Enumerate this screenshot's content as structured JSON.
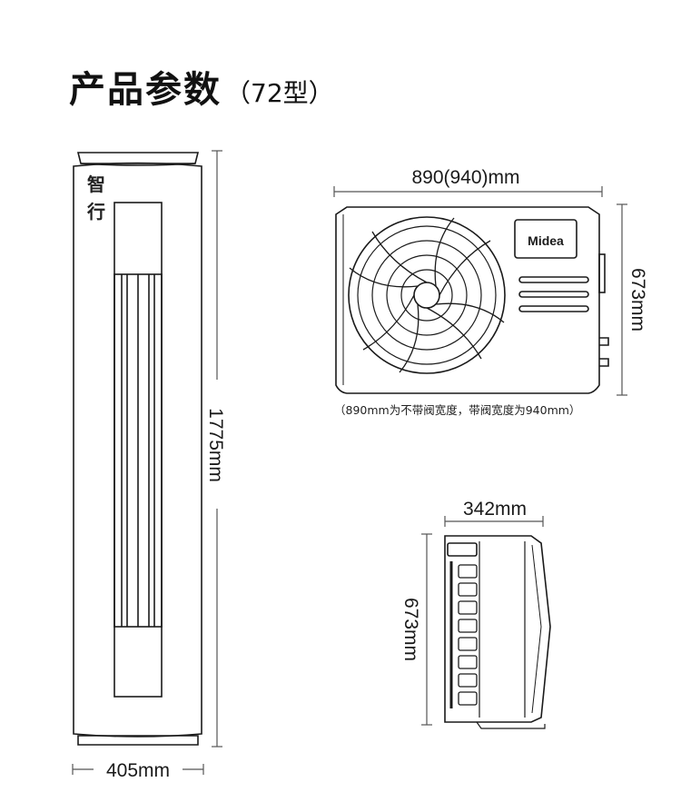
{
  "title": {
    "main": "产品参数",
    "sub": "（72型）"
  },
  "indoor_unit": {
    "logo_text": "智行",
    "width_label": "405mm",
    "height_label": "1775mm"
  },
  "outdoor_front": {
    "width_label": "890(940)mm",
    "height_label": "673mm",
    "brand_label": "Midea",
    "note": "（890mm为不带阀宽度，带阀宽度为940mm）"
  },
  "outdoor_side": {
    "depth_label": "342mm",
    "height_label": "673mm"
  },
  "colors": {
    "line": "#1a1a1a",
    "dim_line": "#555555",
    "background": "#ffffff"
  }
}
